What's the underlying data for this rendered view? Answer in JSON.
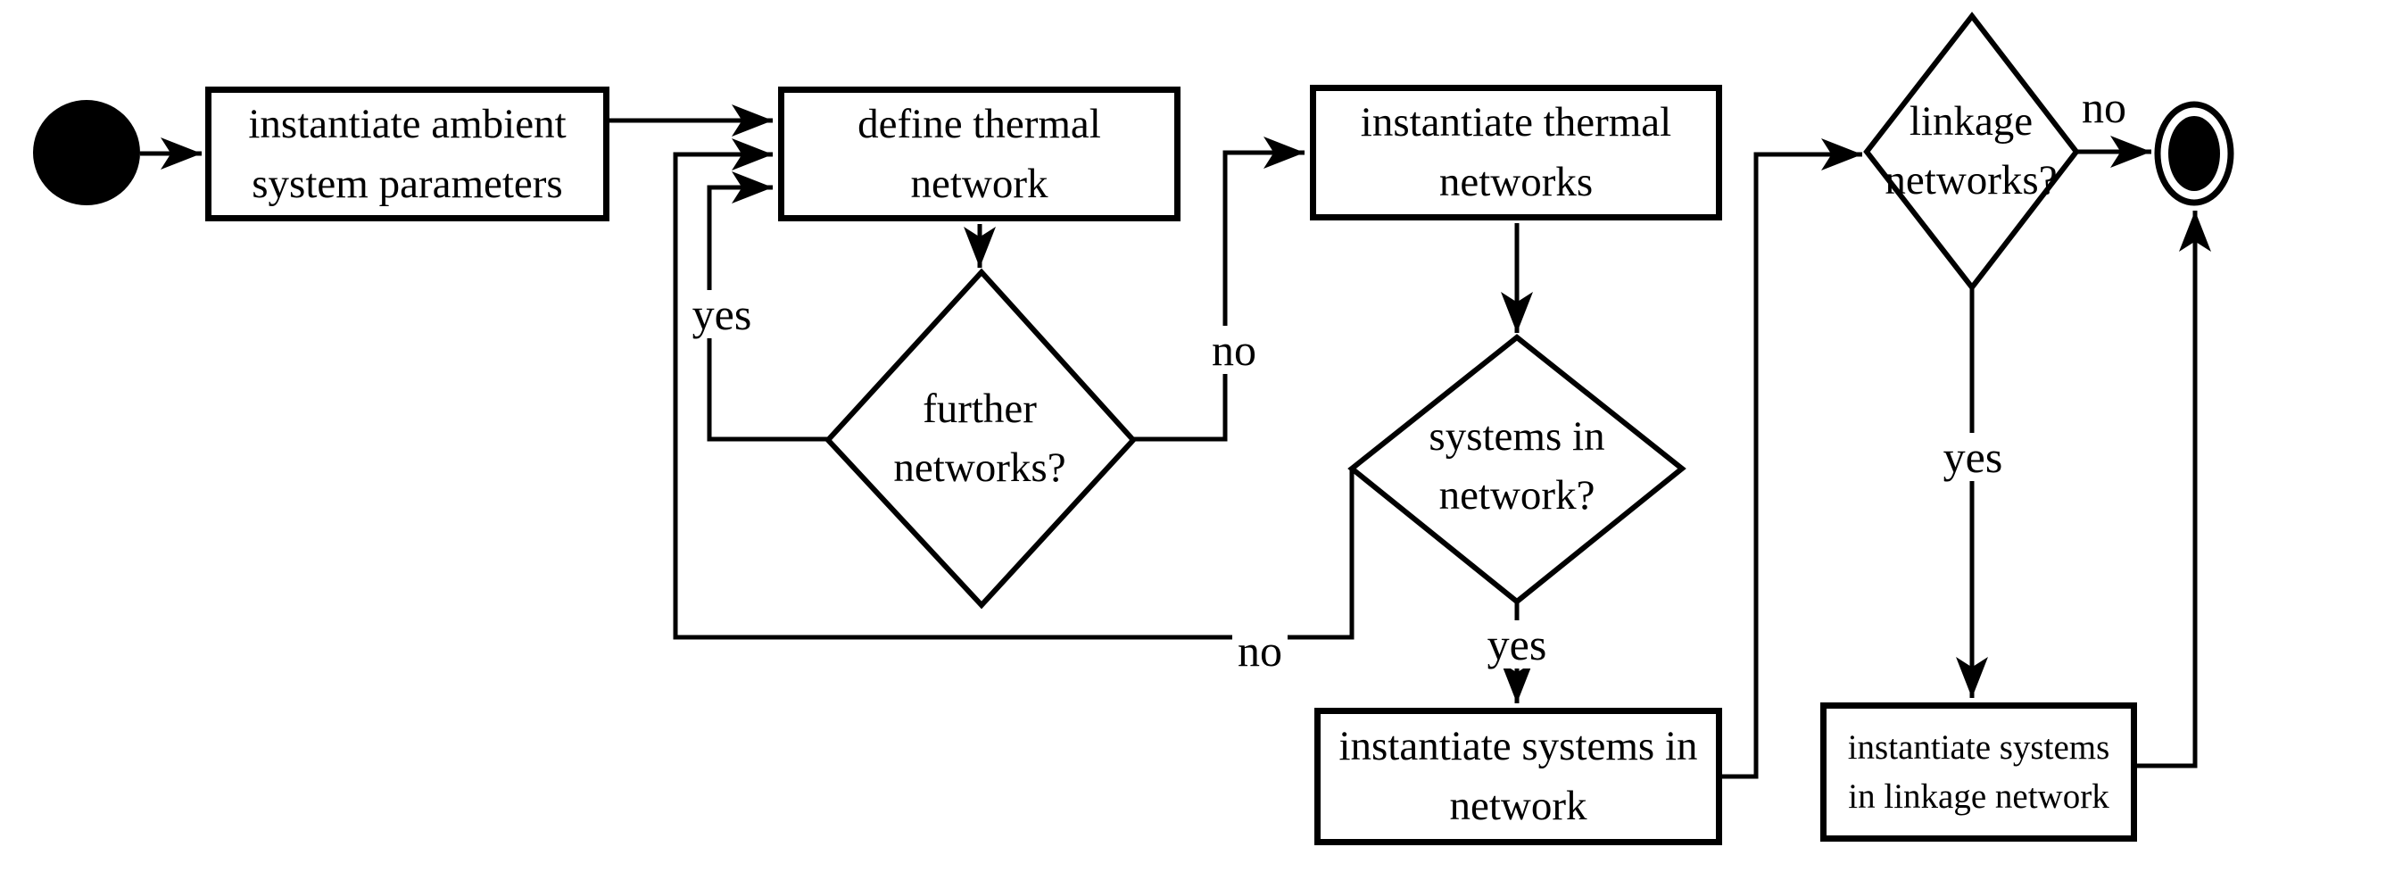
{
  "colors": {
    "ink": "#000000",
    "background": "#ffffff"
  },
  "nodes": {
    "start": {
      "type": "initial-node"
    },
    "instantiate_ambient": {
      "label": "instantiate ambient system parameters"
    },
    "define_thermal": {
      "label": "define thermal network"
    },
    "further_networks": {
      "label": "further networks?"
    },
    "instantiate_thermal": {
      "label": "instantiate thermal networks"
    },
    "systems_in_network": {
      "label": "systems in network?"
    },
    "instantiate_systems": {
      "label": "instantiate systems in network"
    },
    "linkage_networks": {
      "label": "linkage networks?"
    },
    "instantiate_linkage": {
      "label": "instantiate systems in linkage network"
    },
    "end": {
      "type": "final-node"
    }
  },
  "edge_labels": {
    "further_yes": "yes",
    "further_no": "no",
    "systems_yes": "yes",
    "systems_no": "no",
    "linkage_yes": "yes",
    "linkage_no": "no"
  },
  "edges": [
    {
      "from": "start",
      "to": "instantiate_ambient",
      "label": ""
    },
    {
      "from": "instantiate_ambient",
      "to": "define_thermal",
      "label": ""
    },
    {
      "from": "define_thermal",
      "to": "further_networks",
      "label": ""
    },
    {
      "from": "further_networks",
      "to": "define_thermal",
      "label": "yes"
    },
    {
      "from": "further_networks",
      "to": "instantiate_thermal",
      "label": "no"
    },
    {
      "from": "instantiate_thermal",
      "to": "systems_in_network",
      "label": ""
    },
    {
      "from": "systems_in_network",
      "to": "instantiate_systems",
      "label": "yes"
    },
    {
      "from": "systems_in_network",
      "to": "define_thermal",
      "label": "no"
    },
    {
      "from": "instantiate_systems",
      "to": "linkage_networks",
      "label": ""
    },
    {
      "from": "linkage_networks",
      "to": "end",
      "label": "no"
    },
    {
      "from": "linkage_networks",
      "to": "instantiate_linkage",
      "label": "yes"
    },
    {
      "from": "instantiate_linkage",
      "to": "end",
      "label": ""
    }
  ]
}
